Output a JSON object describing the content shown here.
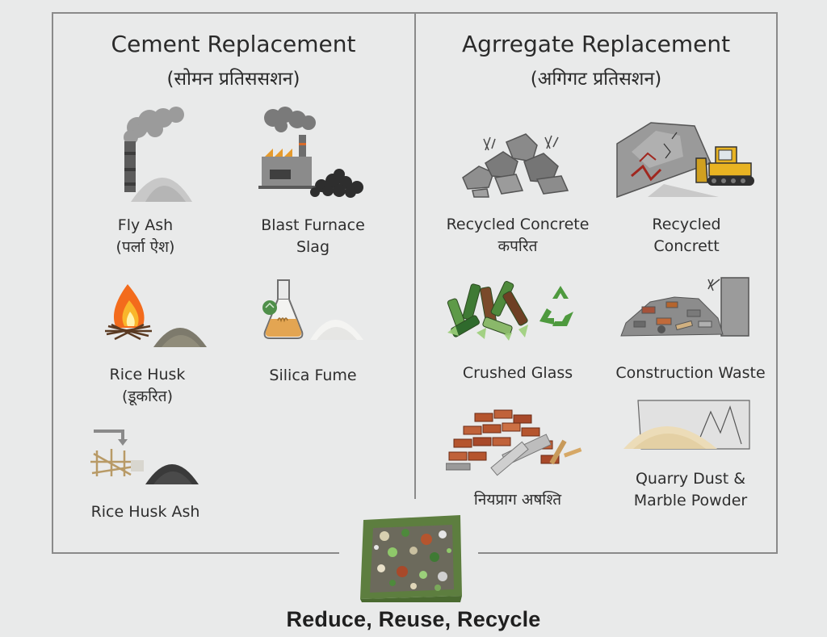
{
  "left_panel": {
    "title": "Cement Replacement",
    "subtitle": "(सोमन प्रतिससशन)",
    "items": [
      {
        "line1": "Fly Ash",
        "line2": "(पर्ला ऐश)",
        "icon": "fly-ash-icon"
      },
      {
        "line1": "Blast Furnace",
        "line2": "Slag",
        "icon": "blast-furnace-icon"
      },
      {
        "line1": "Rice Husk",
        "line2": "(डूकरित)",
        "icon": "rice-husk-fire-icon"
      },
      {
        "line1": "Silica Fume",
        "line2": "",
        "icon": "flask-icon"
      },
      {
        "line1": "Rice Husk Ash",
        "line2": "",
        "icon": "rice-husk-ash-icon"
      }
    ]
  },
  "right_panel": {
    "title": "Agrregate Replacement",
    "subtitle": "(अगिगट प्रतिसशन)",
    "items": [
      {
        "line1": "Recycled Concrete",
        "line2": "कपरित",
        "icon": "concrete-rubble-icon"
      },
      {
        "line1": "Recycled",
        "line2": "Concrett",
        "icon": "bulldozer-icon"
      },
      {
        "line1": "Crushed Glass",
        "line2": "",
        "icon": "glass-bottles-icon"
      },
      {
        "line1": "Construction Waste",
        "line2": "",
        "icon": "construction-debris-icon"
      },
      {
        "line1": "नियप्राग अषश्ति",
        "line2": "",
        "icon": "bricks-pile-icon"
      },
      {
        "line1": "Quarry Dust &",
        "line2": "Marble Powder",
        "icon": "quarry-dust-icon"
      }
    ]
  },
  "footer": "Reduce, Reuse, Recycle",
  "colors": {
    "background": "#e9eaea",
    "frame": "#8a8a8a",
    "flame": "#f5a21c",
    "glass_green": "#4e8a3c",
    "brick": "#b5552e",
    "dozer_yellow": "#e8b322"
  }
}
